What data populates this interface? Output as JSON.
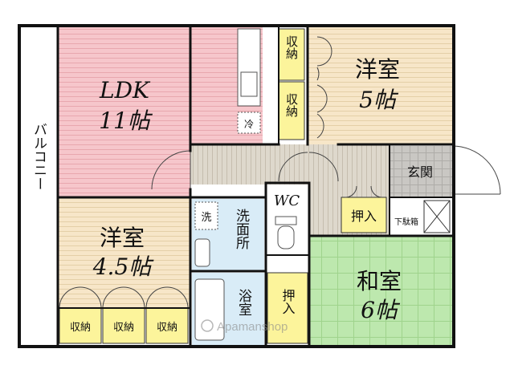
{
  "rooms": {
    "ldk": {
      "name": "LDK",
      "size": "11帖"
    },
    "western_1": {
      "name": "洋室",
      "size": "5帖"
    },
    "western_2": {
      "name": "洋室",
      "size": "4.5帖"
    },
    "japanese": {
      "name": "和室",
      "size": "6帖"
    },
    "balcony": "バルコニー",
    "entrance": "玄関",
    "wc": "WC",
    "washroom": "洗面所",
    "bath": "浴室",
    "fridge": "冷",
    "washer": "洗",
    "shoe_box": "下駄箱"
  },
  "storage": {
    "closet": "収納",
    "oshiire": "押入"
  },
  "watermark": "Apamanshop",
  "colors": {
    "ldk": "#f6c6cb",
    "western": "#f7e6c8",
    "japanese": "#bde8ae",
    "hall": "#ded8cc",
    "entrance": "#c9c7c3",
    "wet": "#d9ecf7",
    "closet": "#fcf49b",
    "wall": "#111111"
  }
}
